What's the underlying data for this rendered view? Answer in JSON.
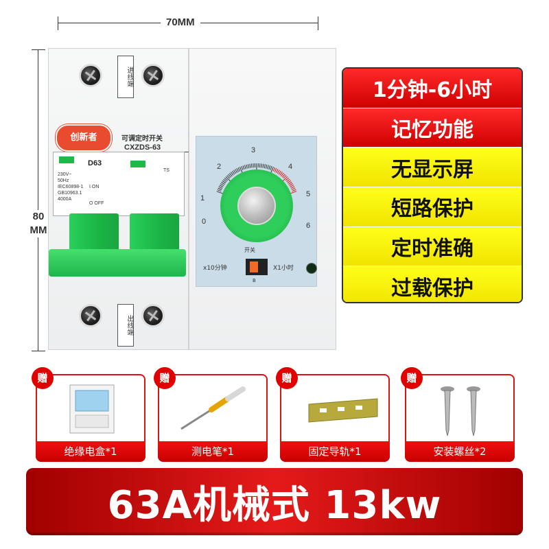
{
  "dimensions": {
    "width_label": "70MM",
    "height_label": "80\nMM"
  },
  "device": {
    "brand": "创新者",
    "model_title": "可调定时开关",
    "model_code": "CXZDS-63",
    "breaker_rating": "D63",
    "spec_lines": [
      "230V~",
      "50Hz",
      "IEC60898-1",
      "GB10963.1",
      "4000A"
    ],
    "on_label": "I ON",
    "off_label": "O OFF",
    "ts_label": "TS",
    "terminal_in": "进线端",
    "terminal_out": "出线端",
    "dial_numbers": [
      "0",
      "1",
      "2",
      "3",
      "4",
      "5",
      "6"
    ],
    "switch_left": "x10分钟",
    "switch_right": "X1小时",
    "switch_top": "开关",
    "switch_bottom": "B"
  },
  "features": [
    {
      "text": "1分钟-6小时",
      "color": "red"
    },
    {
      "text": "记忆功能",
      "color": "red"
    },
    {
      "text": "无显示屏",
      "color": "yellow"
    },
    {
      "text": "短路保护",
      "color": "yellow"
    },
    {
      "text": "定时准确",
      "color": "yellow"
    },
    {
      "text": "过载保护",
      "color": "yellow"
    }
  ],
  "gifts": [
    {
      "badge": "赠",
      "caption": "绝缘电盒*1",
      "icon": "distribution-box-icon"
    },
    {
      "badge": "赠",
      "caption": "测电笔*1",
      "icon": "test-pen-icon"
    },
    {
      "badge": "赠",
      "caption": "固定导轨*1",
      "icon": "din-rail-icon"
    },
    {
      "badge": "赠",
      "caption": "安装螺丝*2",
      "icon": "screw-icon"
    }
  ],
  "banner": {
    "text": "63A机械式 13kw"
  }
}
